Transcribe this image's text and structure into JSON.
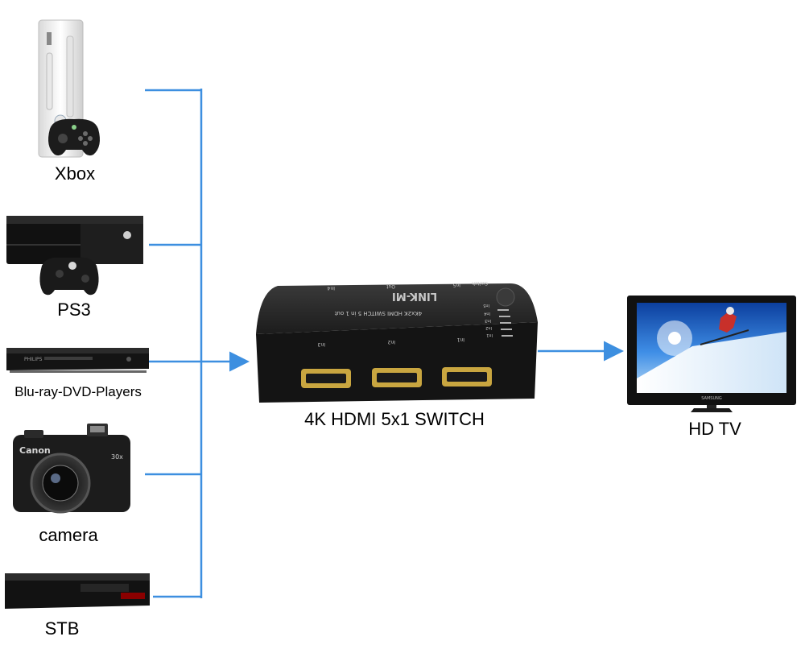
{
  "devices": [
    {
      "label": "Xbox",
      "icon": "xbox-360-console-icon"
    },
    {
      "label": "PS3",
      "icon": "xbox-one-console-icon"
    },
    {
      "label": "Blu-ray-DVD-Players",
      "icon": "dvd-player-icon"
    },
    {
      "label": "camera",
      "icon": "camera-icon"
    },
    {
      "label": "STB",
      "icon": "set-top-box-icon"
    }
  ],
  "switch": {
    "label": "4K HDMI 5x1 SWITCH",
    "brand": "LINK-MI",
    "model_text": "4Kx2K HDMI SWITCH 5 in 1 out",
    "top_ports": [
      "In4",
      "Out",
      "In5"
    ],
    "front_ports": [
      "In3",
      "In2",
      "In1"
    ],
    "switch_button": "Switch",
    "leds": [
      "In5",
      "In4",
      "In3",
      "In2",
      "In1"
    ]
  },
  "output": {
    "label": "HD TV",
    "tv_brand": "SAMSUNG"
  },
  "colors": {
    "connector": "#3d8fe0",
    "device_body": "#1a1a1a",
    "background": "#ffffff"
  }
}
